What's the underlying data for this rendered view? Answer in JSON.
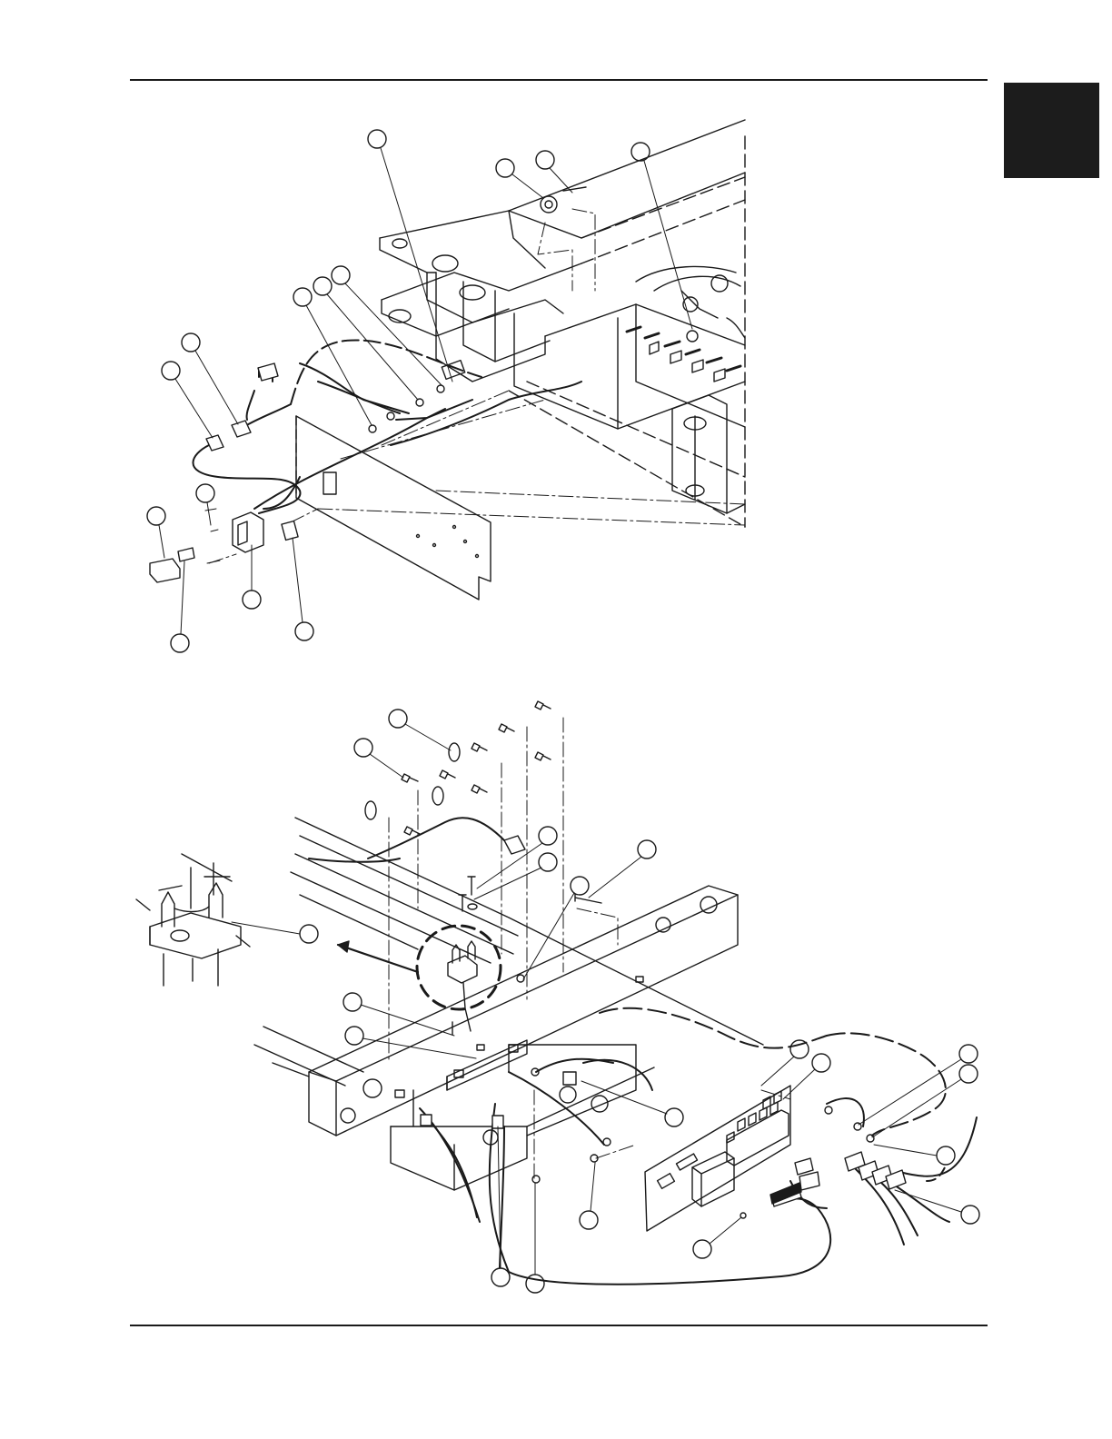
{
  "page": {
    "top_rule": "header-rule",
    "bottom_rule": "footer-rule",
    "side_tab_color": "#1c1c1c"
  },
  "figures": [
    {
      "name": "upper-assembly-exploded-view",
      "callouts": 14
    },
    {
      "name": "lower-assembly-exploded-view",
      "callouts": 20
    }
  ],
  "colors": {
    "ink": "#1a1a1a",
    "background": "#ffffff"
  }
}
